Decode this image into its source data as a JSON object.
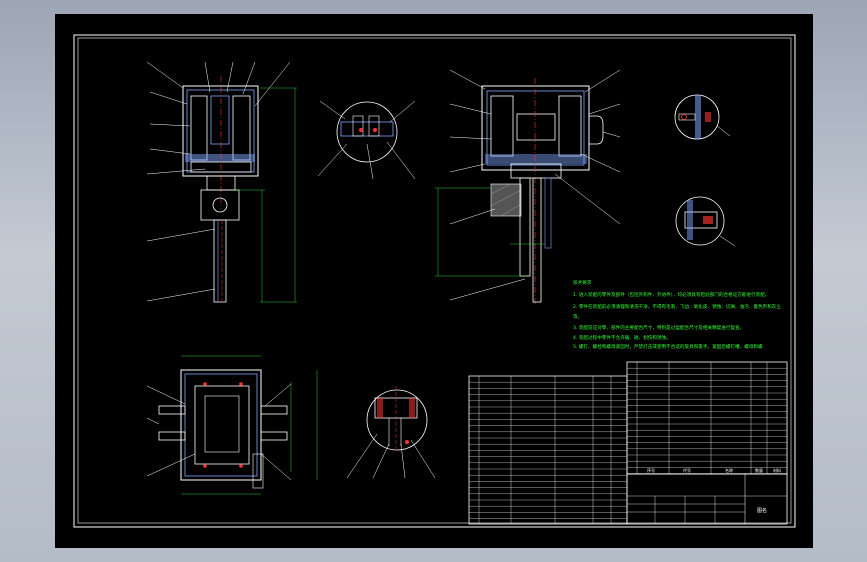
{
  "app": {
    "title": ""
  },
  "notes": {
    "heading": "技术要求",
    "lines": [
      "1. 进入装配的零件及部件（包括外购件、外协件），均必须具有检验部门的合格证方能进行装配。",
      "2. 零件在装配前必须清理和清洗干净，不得有毛刺、飞边、氧化皮、锈蚀、切屑、油污、着色剂和灰尘",
      "等。",
      "3. 装配前应对零、部件的主要配合尺寸，特别是过盈配合尺寸及相关精度进行复查。",
      "4. 装配过程中零件不允许磕、碰、划伤和锈蚀。",
      "5. 螺钉、螺栓和螺母紧固时，严禁打击或使用不合适的旋具和扳手。紧固后螺钉槽、螺母和螺"
    ]
  },
  "title_block": {
    "drawing_name": "图名",
    "headers": [
      "序号",
      "代号",
      "名称",
      "数量",
      "材料"
    ]
  },
  "colors": {
    "outer": "#b9c1cd",
    "sheet": "#000000",
    "border": "#ffffff",
    "profile": "#7fa6ff",
    "notes": "#33ff33",
    "centerline": "#ff3333"
  }
}
